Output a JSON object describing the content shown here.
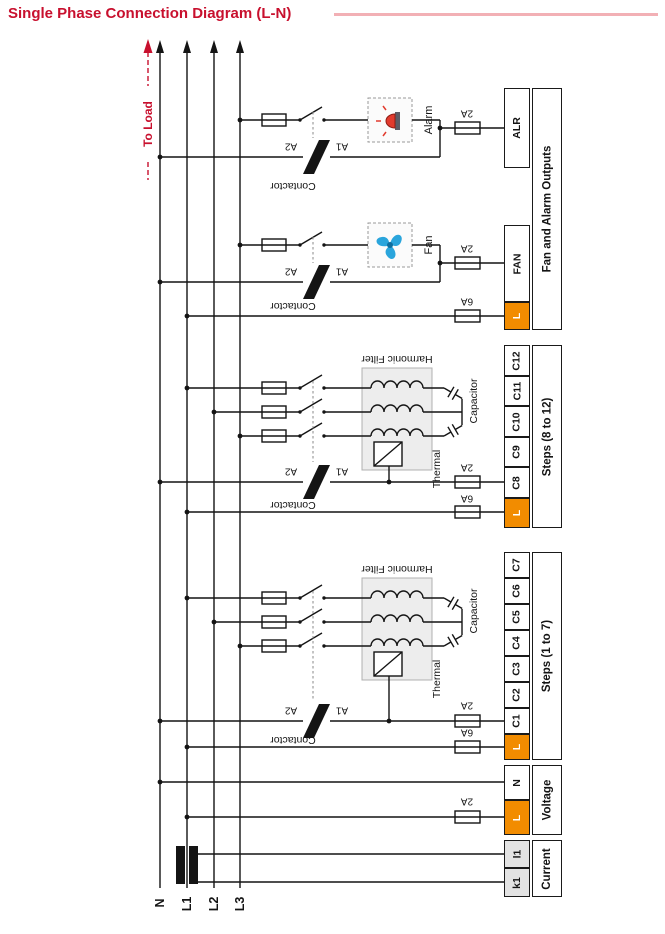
{
  "title": "Single Phase Connection Diagram (L-N)",
  "to_load_label": "To Load",
  "buses": [
    "N",
    "L1",
    "L2",
    "L3"
  ],
  "labels": {
    "contactor": "Contactor",
    "a1": "A1",
    "a2": "A2",
    "fuse_2a": "2A",
    "fuse_6a": "6A",
    "harmonic_filter": "Harmonic Filter",
    "capacitor": "Capacitor",
    "thermal": "Thermal",
    "alarm": "Alarm",
    "fan": "Fan"
  },
  "terminals": {
    "fan_alarm": {
      "group_label": "Fan and Alarm Outputs",
      "alr": "ALR",
      "fan": "FAN",
      "l": "L"
    },
    "steps_8_12": {
      "group_label": "Steps (8 to 12)",
      "cells": [
        "C12",
        "C11",
        "C10",
        "C9",
        "C8"
      ],
      "l": "L"
    },
    "steps_1_7": {
      "group_label": "Steps (1 to 7)",
      "cells": [
        "C7",
        "C6",
        "C5",
        "C4",
        "C3",
        "C2",
        "C1"
      ],
      "l": "L"
    },
    "voltage": {
      "group_label": "Voltage",
      "n": "N",
      "l": "L"
    },
    "current": {
      "group_label": "Current",
      "l1": "l1",
      "k1": "k1"
    }
  },
  "colors": {
    "accent_red": "#c8102e",
    "terminal_orange": "#f28c00"
  }
}
